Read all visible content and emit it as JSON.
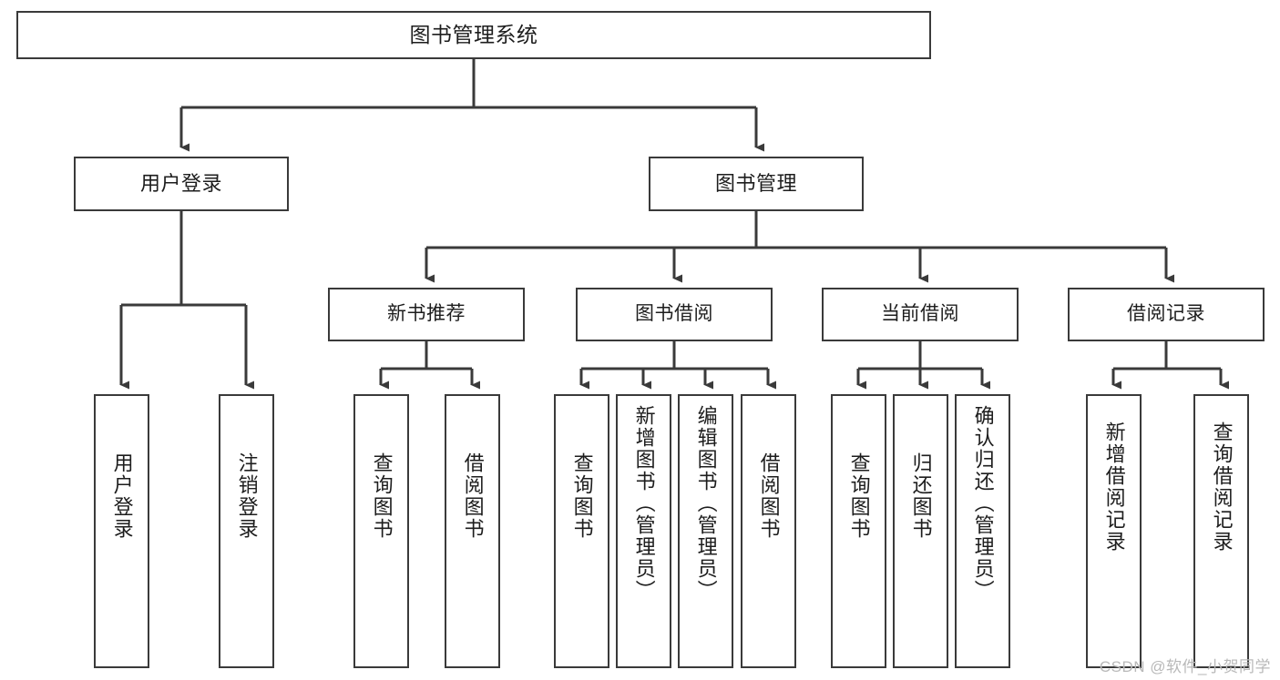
{
  "diagram": {
    "title": "图书管理系统",
    "type": "tree-hierarchy",
    "watermark": "CSDN @软件_小贺同学",
    "colors": {
      "box_border": "#3a3a3a",
      "box_fill": "#ffffff",
      "connector": "#3a3a3a",
      "text": "#1d1d1d",
      "watermark": "#b9b9b9"
    }
  },
  "nodes": {
    "root": {
      "label": "图书管理系统"
    },
    "level1": [
      {
        "label": "用户登录"
      },
      {
        "label": "图书管理"
      }
    ],
    "level2": [
      {
        "label": "新书推荐"
      },
      {
        "label": "图书借阅"
      },
      {
        "label": "当前借阅"
      },
      {
        "label": "借阅记录"
      }
    ],
    "leaves": {
      "user_login": [
        {
          "label": "用户登录"
        },
        {
          "label": "注销登录"
        }
      ],
      "new_book_recommend": [
        {
          "label": "查询图书"
        },
        {
          "label": "借阅图书"
        }
      ],
      "book_borrow": [
        {
          "label": "查询图书"
        },
        {
          "label": "新增图书（管理员）"
        },
        {
          "label": "编辑图书（管理员）"
        },
        {
          "label": "借阅图书"
        }
      ],
      "current_borrow": [
        {
          "label": "查询图书"
        },
        {
          "label": "归还图书"
        },
        {
          "label": "确认归还（管理员）"
        }
      ],
      "borrow_record": [
        {
          "label": "新增借阅记录"
        },
        {
          "label": "查询借阅记录"
        }
      ]
    }
  }
}
